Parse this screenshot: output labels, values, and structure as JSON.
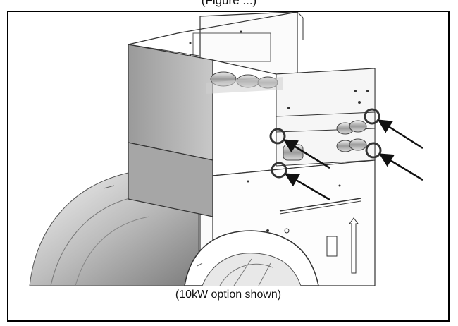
{
  "figure": {
    "top_caption": "(Figure ...)",
    "caption": "(10kW option shown)"
  },
  "callouts": {
    "count": 4,
    "icon": "circle-with-arrow",
    "color": "#333333"
  }
}
